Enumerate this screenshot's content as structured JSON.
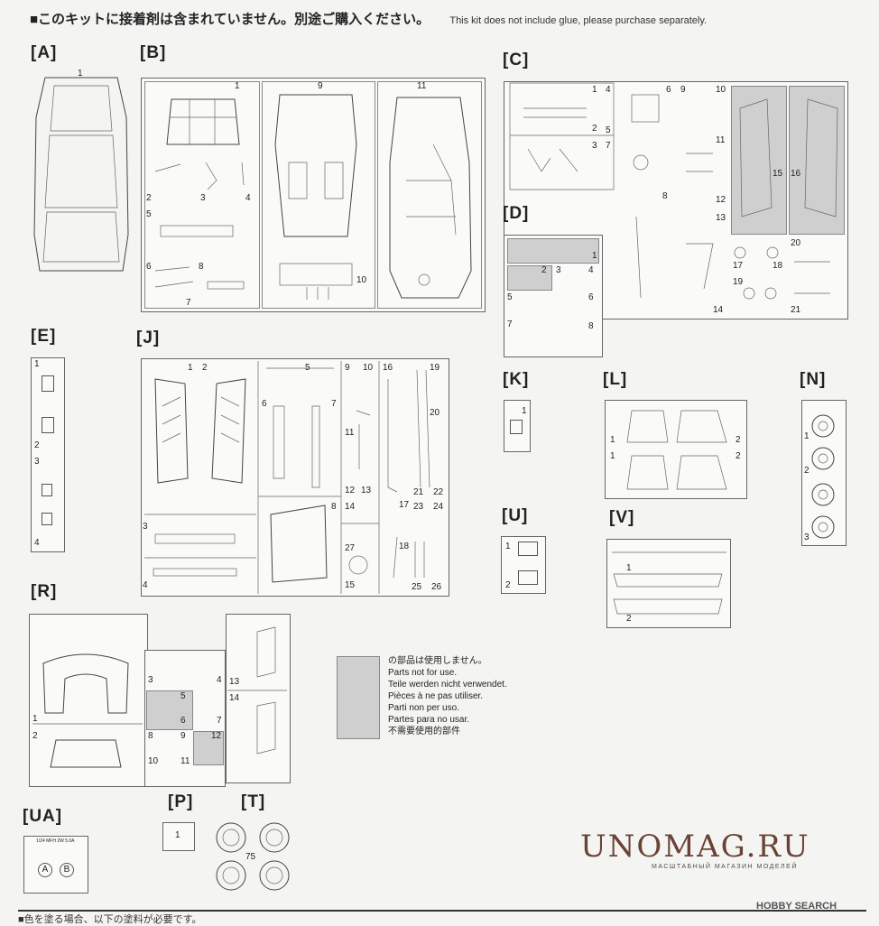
{
  "header": {
    "notice_ja": "■このキットに接着剤は含まれていません。別途ご購入ください。",
    "notice_en": "This kit does not include glue, please purchase separately."
  },
  "runners": {
    "A": {
      "label": "[A]",
      "nums": [
        "1"
      ]
    },
    "B": {
      "label": "[B]",
      "nums": [
        "1",
        "2",
        "3",
        "4",
        "5",
        "6",
        "7",
        "8",
        "9",
        "10",
        "11"
      ]
    },
    "C": {
      "label": "[C]",
      "nums": [
        "1",
        "2",
        "3",
        "4",
        "5",
        "6",
        "7",
        "8",
        "9",
        "10",
        "11",
        "12",
        "13",
        "14",
        "15",
        "16",
        "17",
        "18",
        "19",
        "20",
        "21"
      ]
    },
    "D": {
      "label": "[D]",
      "nums": [
        "1",
        "2",
        "3",
        "4",
        "5",
        "6",
        "7",
        "8"
      ]
    },
    "E": {
      "label": "[E]",
      "nums": [
        "1",
        "2",
        "3",
        "4"
      ]
    },
    "J": {
      "label": "[J]",
      "nums": [
        "1",
        "2",
        "3",
        "4",
        "5",
        "6",
        "7",
        "8",
        "9",
        "10",
        "11",
        "12",
        "13",
        "14",
        "15",
        "16",
        "17",
        "18",
        "19",
        "20",
        "21",
        "22",
        "23",
        "24",
        "25",
        "26",
        "27"
      ]
    },
    "K": {
      "label": "[K]",
      "nums": [
        "1"
      ]
    },
    "L": {
      "label": "[L]",
      "nums": [
        "1",
        "2",
        "1",
        "2"
      ]
    },
    "N": {
      "label": "[N]",
      "nums": [
        "1",
        "2",
        "3"
      ]
    },
    "U": {
      "label": "[U]",
      "nums": [
        "1",
        "2"
      ]
    },
    "V": {
      "label": "[V]",
      "nums": [
        "1",
        "2"
      ]
    },
    "R": {
      "label": "[R]",
      "nums": [
        "1",
        "2",
        "3",
        "4",
        "5",
        "6",
        "7",
        "8",
        "9",
        "10",
        "11",
        "12",
        "13",
        "14"
      ]
    },
    "UA": {
      "label": "[UA]",
      "small_text": "1/24 MFH 2W 5.0A",
      "a": "A",
      "b": "B"
    },
    "P": {
      "label": "[P]",
      "nums": [
        "1"
      ]
    },
    "T": {
      "label": "[T]",
      "nums": [
        "75"
      ]
    }
  },
  "legend": {
    "lines": [
      "の部品は使用しません。",
      "Parts not for use.",
      "Teile werden nicht verwendet.",
      "Pièces à ne pas utiliser.",
      "Parti non per uso.",
      "Partes para no usar.",
      "不需要使用的部件"
    ]
  },
  "watermark": {
    "title": "UNOMAG.RU",
    "subtitle": "МАСШТАБНЫЙ МАГАЗИН МОДЕЛЕЙ"
  },
  "credit": "HOBBY SEARCH",
  "footer_text": "■色を塗る場合、以下の塗料が必要です。"
}
